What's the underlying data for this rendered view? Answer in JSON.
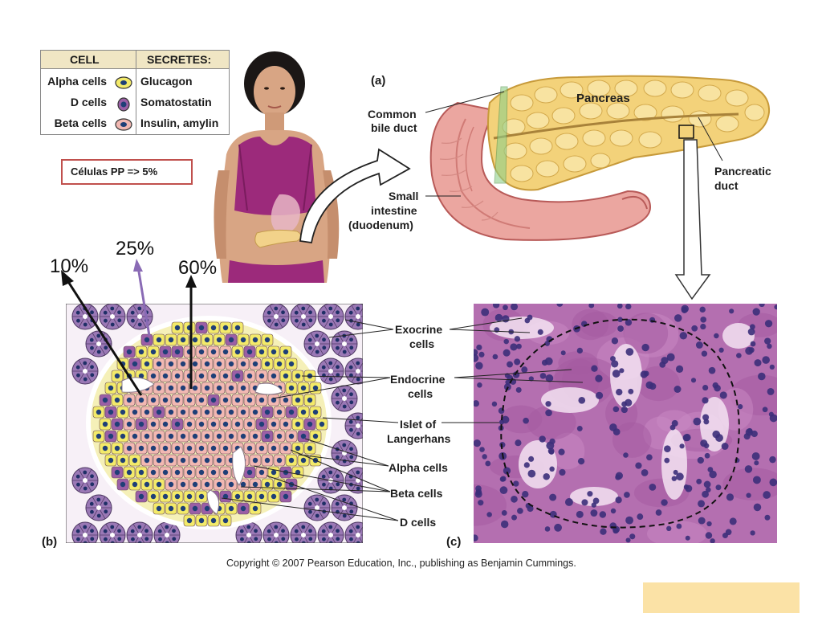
{
  "legend": {
    "header_cell": "CELL",
    "header_secretes": "SECRETES:",
    "rows": [
      {
        "cell": "Alpha cells",
        "secretes": "Glucagon",
        "icon": "alpha-cell-icon",
        "fill": "#f3ea6a",
        "nucleus": "#1f3f77"
      },
      {
        "cell": "D cells",
        "secretes": "Somatostatin",
        "icon": "d-cell-icon",
        "fill": "#9b5fa6",
        "nucleus": "#1f3f77"
      },
      {
        "cell": "Beta cells",
        "secretes": "Insulin, amylin",
        "icon": "beta-cell-icon",
        "fill": "#f2b8b2",
        "nucleus": "#1f3f77"
      }
    ]
  },
  "pp_note": "Células PP => 5%",
  "percentages": {
    "alpha": "25%",
    "d": "10%",
    "beta": "60%"
  },
  "panel_a": {
    "tag": "(a)",
    "pancreas": "Pancreas",
    "bile_duct": [
      "Common",
      "bile duct"
    ],
    "pancreatic_duct": [
      "Pancreatic",
      "duct"
    ],
    "small_intestine": [
      "Small",
      "intestine",
      "(duodenum)"
    ]
  },
  "panel_b": {
    "tag": "(b)",
    "labels": {
      "exocrine": [
        "Exocrine",
        "cells"
      ],
      "endocrine": [
        "Endocrine",
        "cells"
      ],
      "islet": [
        "Islet of",
        "Langerhans"
      ],
      "alpha": "Alpha cells",
      "beta": "Beta cells",
      "d": "D cells"
    }
  },
  "panel_c": {
    "tag": "(c)"
  },
  "copyright": "Copyright © 2007 Pearson Education, Inc., publishing as Benjamin Cummings.",
  "colors": {
    "alpha": "#f3ea6a",
    "beta": "#f2b8b2",
    "d": "#9b5fa6",
    "exocrine": "#9a78b5",
    "pp_border": "#c0504d",
    "alpha_arrow": "#8a6bb5",
    "histology_bg": "#b46fb0"
  }
}
